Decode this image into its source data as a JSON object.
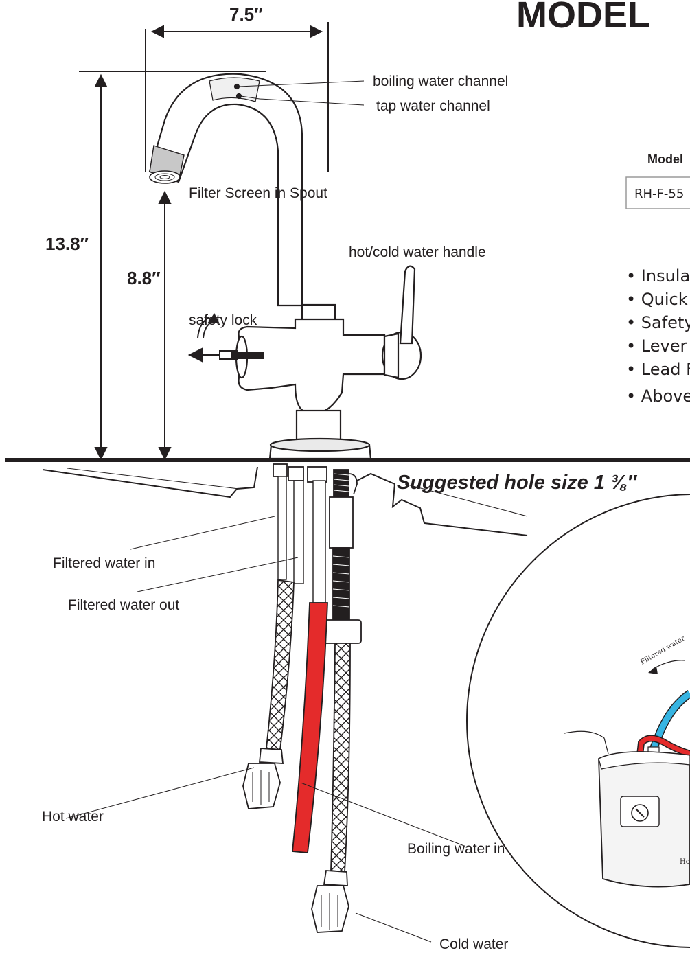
{
  "header": {
    "model_title": "MODEL"
  },
  "dimensions": {
    "width": "7.5″",
    "total_height": "13.8″",
    "spout_height": "8.8″"
  },
  "faucet_labels": {
    "boiling_channel": "boiling water channel",
    "tap_channel": "tap water channel",
    "filter_screen": "Filter Screen in Spout",
    "handle": "hot/cold water handle",
    "safety_lock": "safety lock"
  },
  "hole_size": "Suggested hole size 1 ⅜″",
  "connection_labels": {
    "filtered_in": "Filtered water in",
    "filtered_out": "Filtered water out",
    "hot_water": "Hot water",
    "boiling_in": "Boiling water in",
    "cold_water": "Cold water"
  },
  "model_table": {
    "header": "Model",
    "value": "RH-F-55"
  },
  "features": [
    "• Insulat",
    "• Quick C",
    "• Safety",
    "• Lever H",
    "• Lead Fr",
    "• Above"
  ],
  "inset": {
    "pipe_label": "Filtered water",
    "tank_label": "Ho"
  },
  "colors": {
    "boiling_hose": "#e42b2b",
    "filtered_pipe": "#36b4e2",
    "line": "#231f20"
  }
}
